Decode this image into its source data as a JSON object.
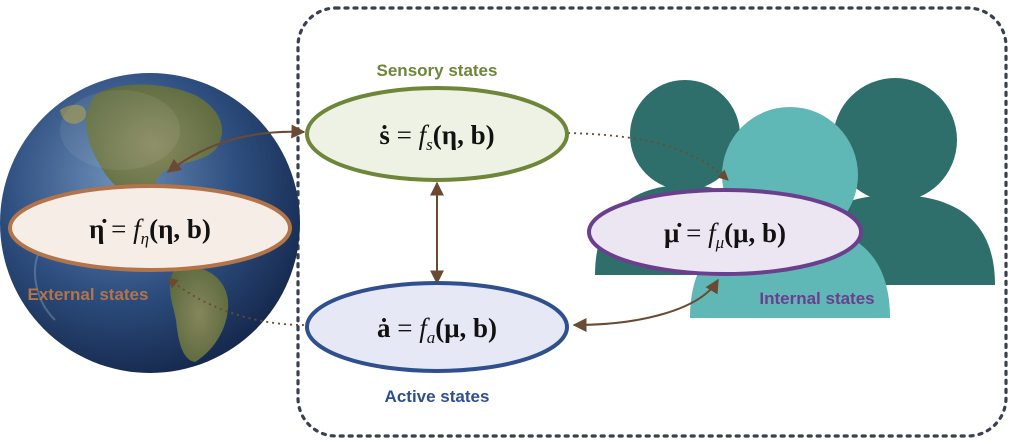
{
  "colors": {
    "sensory": "#6e8638",
    "active": "#2f4f8f",
    "internal": "#6b3f8e",
    "external": "#b3744a",
    "arrow": "#6b4a33",
    "border": "#3a4050"
  },
  "labels": {
    "sensory": "Sensory states",
    "active": "Active states",
    "internal": "Internal states",
    "external": "External states"
  },
  "equations": {
    "sensory": {
      "lhs": "ṡ",
      "eq": " = ",
      "f": "f",
      "sub": "s",
      "args": "(η, b)"
    },
    "active": {
      "lhs": "ȧ",
      "eq": " = ",
      "f": "f",
      "sub": "a",
      "args": "(μ, b)"
    },
    "internal": {
      "lhs": "μ̇",
      "eq": " = ",
      "f": "f",
      "sub": "μ",
      "args": "(μ, b)"
    },
    "external": {
      "lhs": "η̇",
      "eq": " = ",
      "f": "f",
      "sub": "η",
      "args": "(η, b)"
    }
  }
}
